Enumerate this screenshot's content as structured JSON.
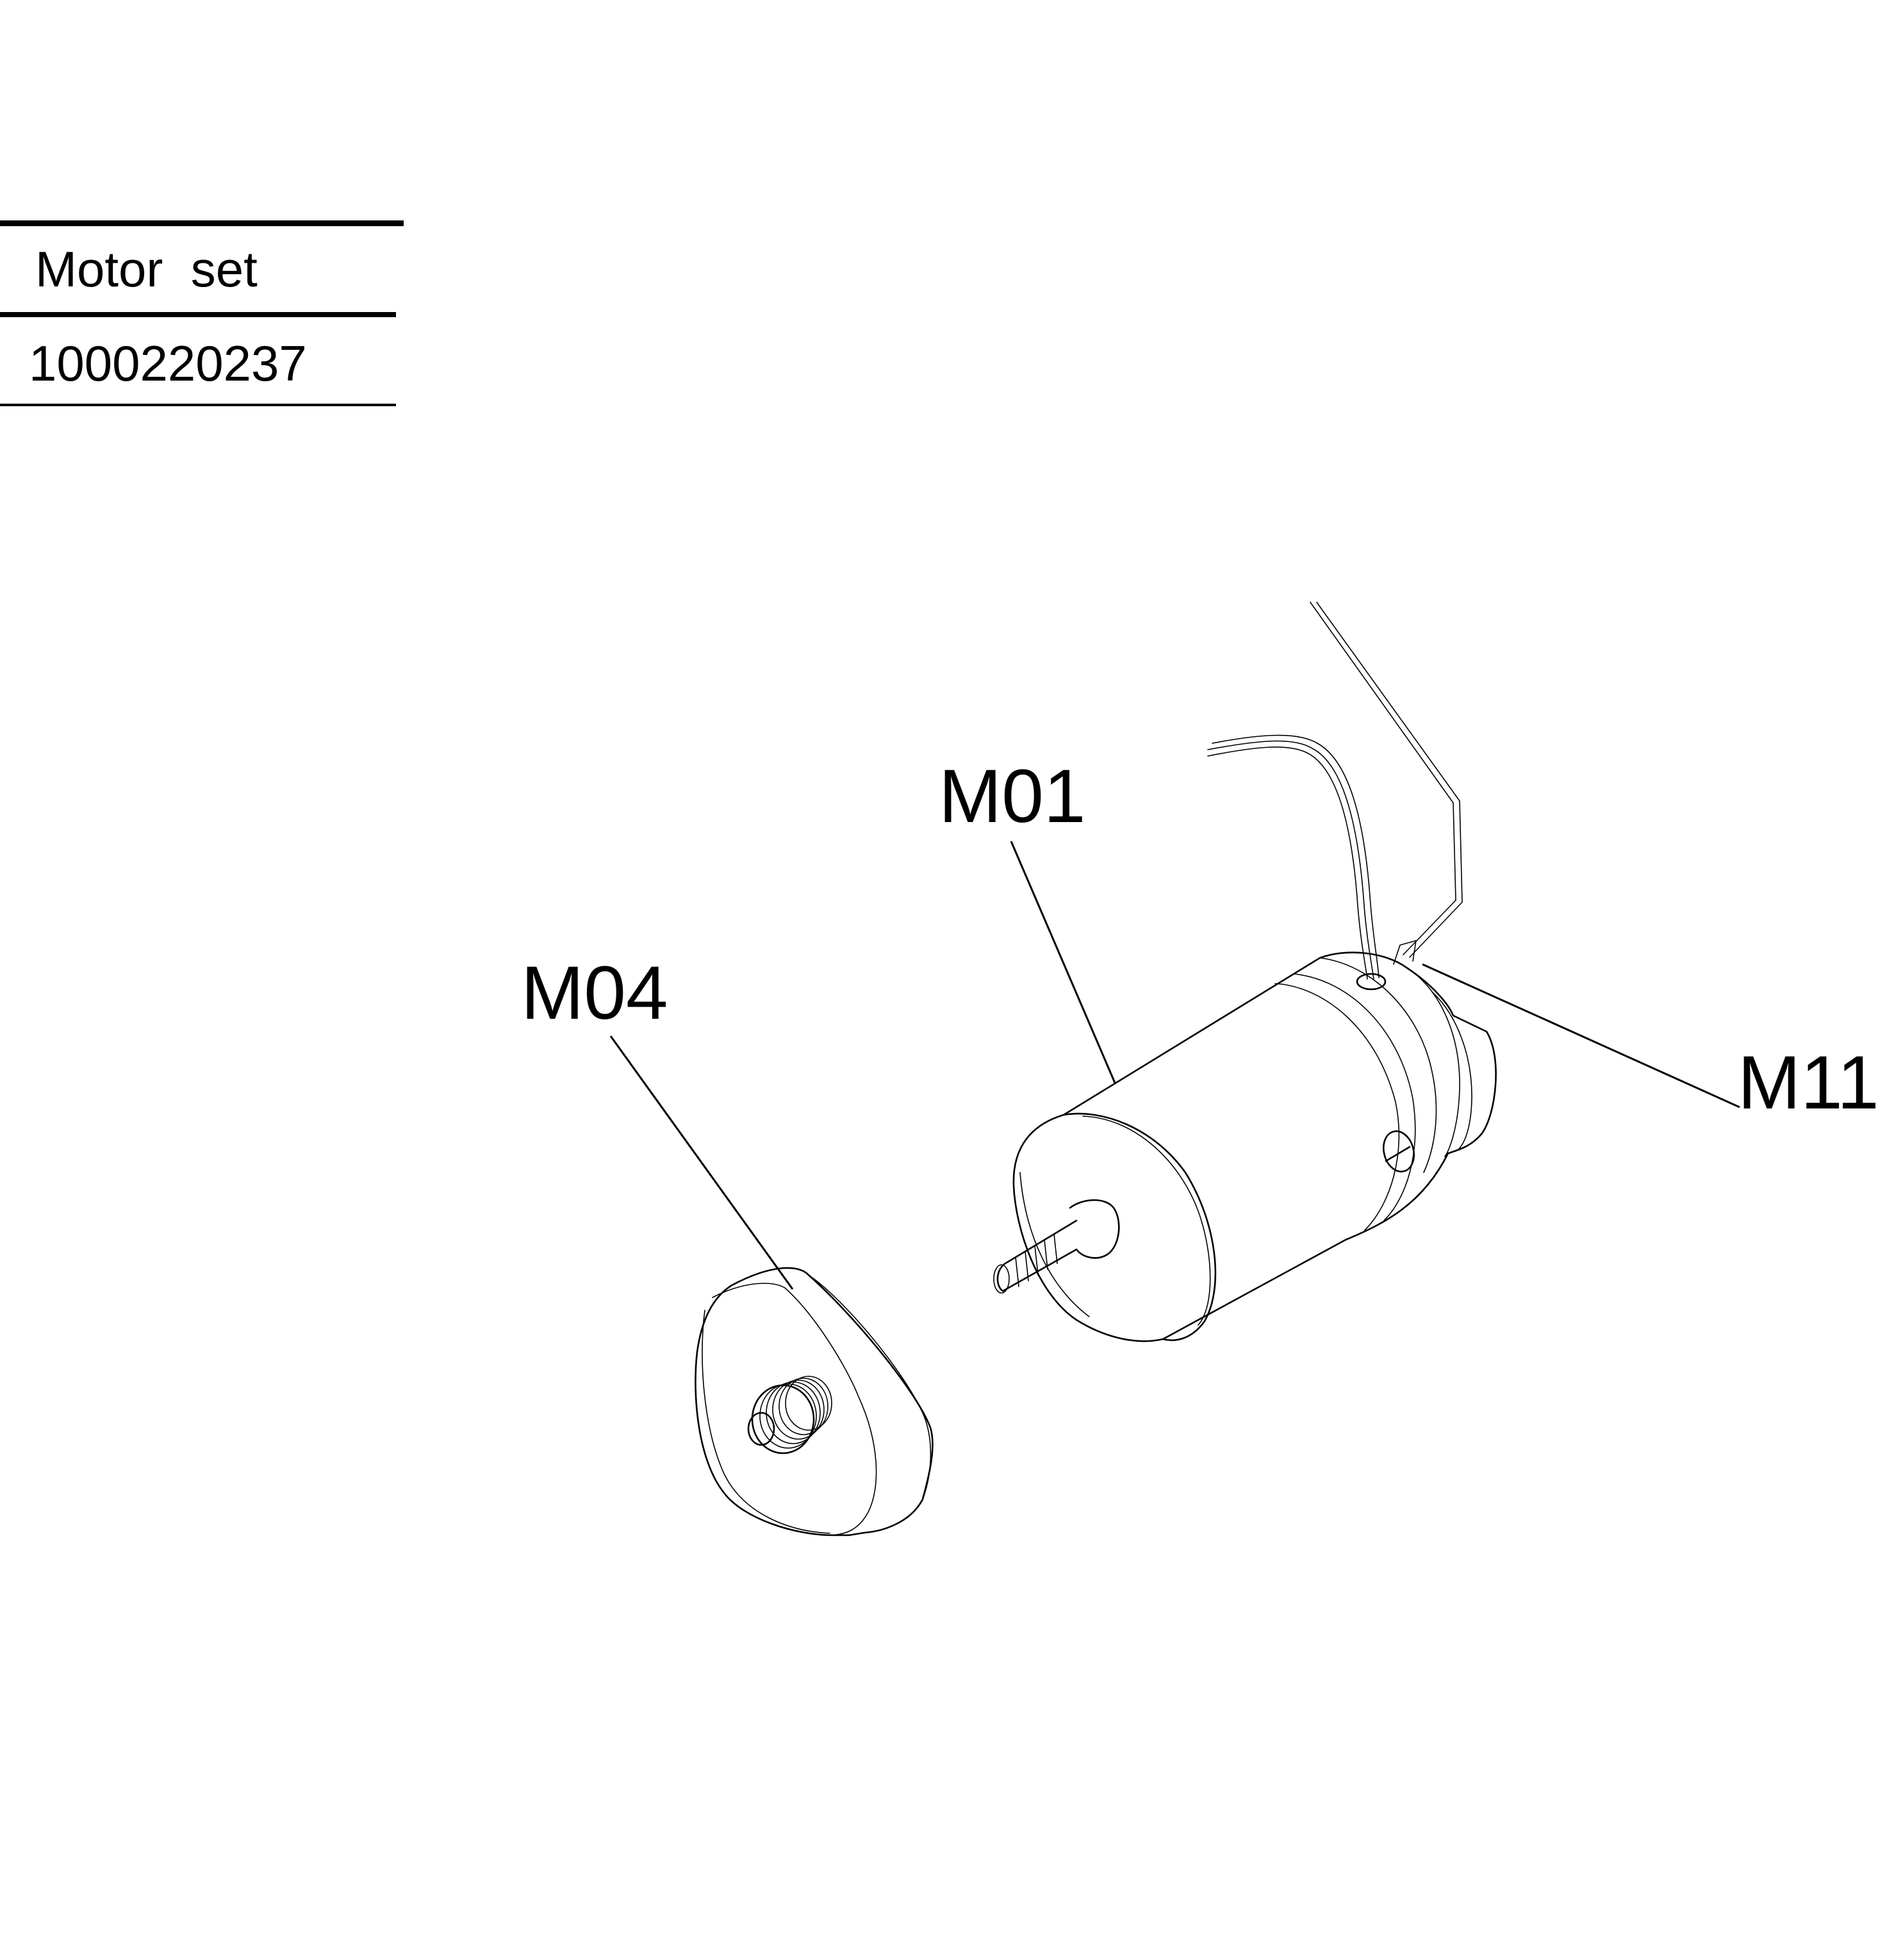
{
  "title_block": {
    "title": "Motor  set",
    "part_number": "1000220237"
  },
  "callouts": {
    "m01": "M01",
    "m04": "M04",
    "m11": "M11"
  },
  "colors": {
    "line": "#000000",
    "background": "#ffffff"
  }
}
